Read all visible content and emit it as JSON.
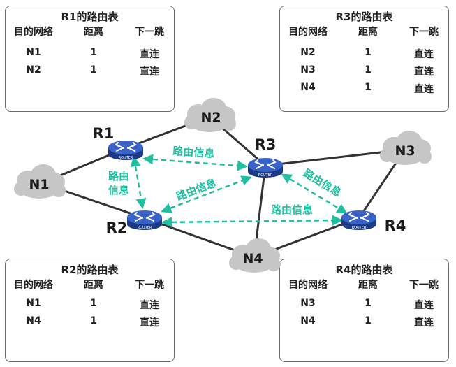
{
  "routing_tables": [
    {
      "title": "R1的路由表",
      "headers": [
        "目的网络",
        "距离",
        "下一跳"
      ],
      "rows": [
        [
          "N1",
          "1",
          "直连"
        ],
        [
          "N2",
          "1",
          "直连"
        ]
      ]
    },
    {
      "title": "R3的路由表",
      "headers": [
        "目的网络",
        "距离",
        "下一跳"
      ],
      "rows": [
        [
          "N2",
          "1",
          "直连"
        ],
        [
          "N3",
          "1",
          "直连"
        ],
        [
          "N4",
          "1",
          "直连"
        ]
      ]
    },
    {
      "title": "R2的路由表",
      "headers": [
        "目的网络",
        "距离",
        "下一跳"
      ],
      "rows": [
        [
          "N1",
          "1",
          "直连"
        ],
        [
          "N4",
          "1",
          "直连"
        ]
      ]
    },
    {
      "title": "R4的路由表",
      "headers": [
        "目的网络",
        "距离",
        "下一跳"
      ],
      "rows": [
        [
          "N3",
          "1",
          "直连"
        ],
        [
          "N4",
          "1",
          "直连"
        ]
      ]
    }
  ],
  "routers": [
    "R1",
    "R2",
    "R3",
    "R4"
  ],
  "router_badge": "ROUTER",
  "networks": [
    "N1",
    "N2",
    "N3",
    "N4"
  ],
  "route_info_label": "路由信息",
  "route_info_label_split": [
    "路由",
    "信息"
  ],
  "colors": {
    "router_body": "#2f55b5",
    "cloud": "#c9c9c9",
    "link": "#333333",
    "route_info": "#1fbfa0"
  }
}
